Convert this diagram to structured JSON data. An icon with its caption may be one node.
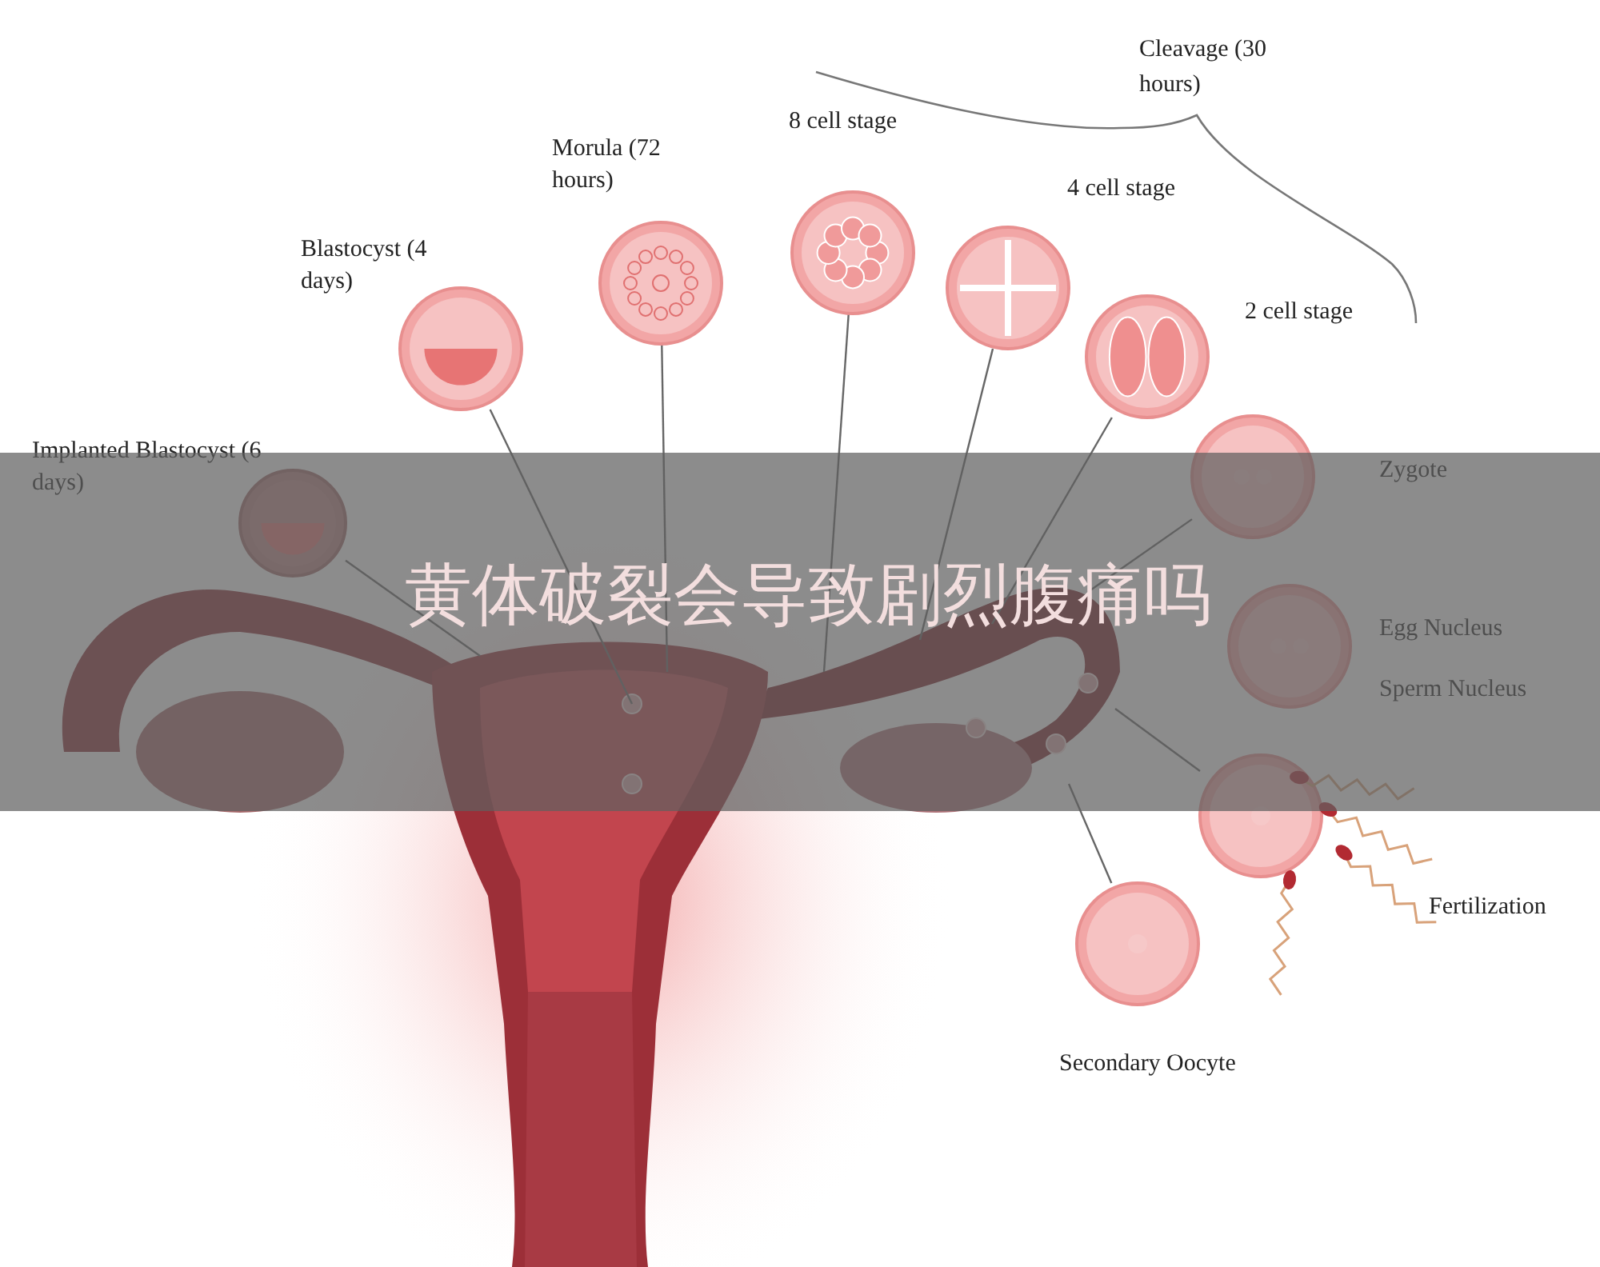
{
  "diagram": {
    "title": "黄体破裂会导致剧烈腹痛吗",
    "nodes": [
      {
        "text": [
          "Implanted Blastocyst (6 days)"
        ]
      },
      {
        "text": [
          "Blastocyst (4 days)"
        ]
      },
      {
        "text": [
          "Morula (72 hours)"
        ]
      },
      {
        "text": [
          "8 cell stage"
        ]
      },
      {
        "text": [
          "4 cell stage"
        ]
      },
      {
        "text": [
          "2 cell stage"
        ]
      },
      {
        "text": [
          "Zygote"
        ]
      },
      {
        "text": [
          "Egg Nucleus",
          "Sperm Nucleus"
        ]
      },
      {
        "text": [
          "Fertilization"
        ]
      },
      {
        "text": [
          "Secondary Oocyte"
        ]
      }
    ],
    "edges": [
      {
        "from": 0,
        "to": null,
        "arrow": "none"
      },
      {
        "from": 1,
        "to": null,
        "arrow": "none"
      },
      {
        "from": 2,
        "to": null,
        "arrow": "none"
      },
      {
        "from": 3,
        "to": null,
        "arrow": "none"
      },
      {
        "from": 4,
        "to": null,
        "arrow": "none"
      },
      {
        "from": 5,
        "to": null,
        "arrow": "none"
      },
      {
        "from": 6,
        "to": null,
        "arrow": "none"
      },
      {
        "from": 8,
        "to": null,
        "arrow": "none"
      },
      {
        "from": 9,
        "to": null,
        "arrow": "none"
      }
    ],
    "labels": [
      "Cleavage (30 hours)"
    ]
  }
}
